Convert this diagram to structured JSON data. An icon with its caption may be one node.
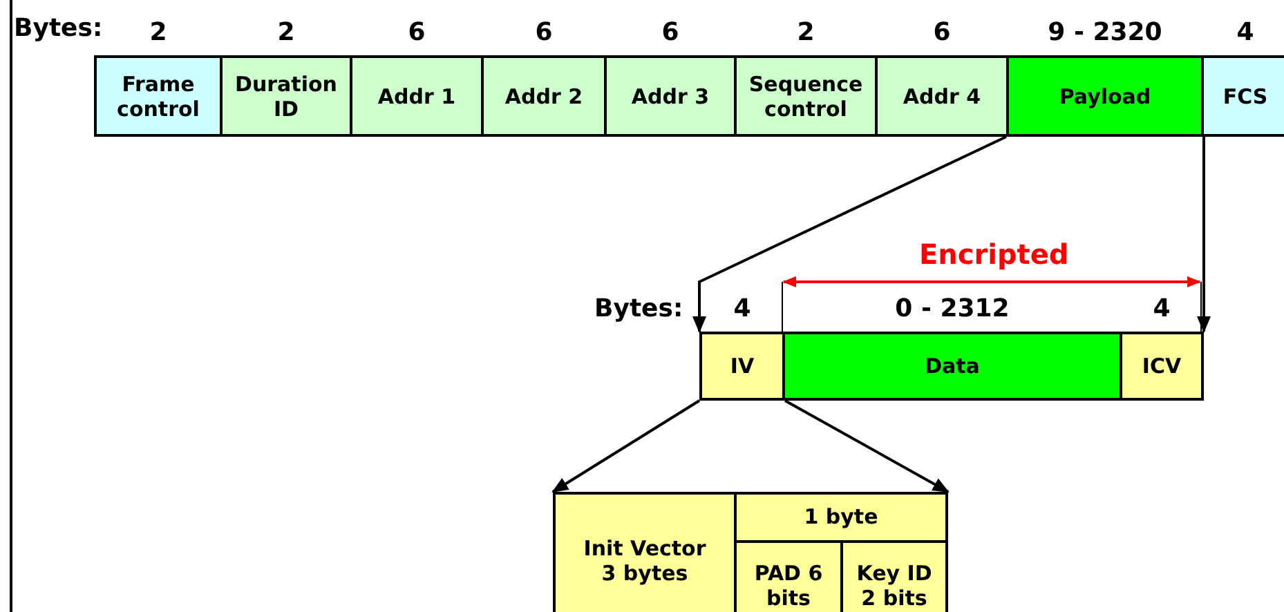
{
  "diagram": {
    "nodes": [
      {
        "text": [
          "Frame control"
        ],
        "beside": [
          "2"
        ]
      },
      {
        "text": [
          "Duration ID"
        ],
        "beside": [
          "2"
        ]
      },
      {
        "text": [
          "Addr 1"
        ],
        "beside": [
          "6"
        ]
      },
      {
        "text": [
          "Addr 2"
        ],
        "beside": [
          "6"
        ]
      },
      {
        "text": [
          "Addr 3"
        ],
        "beside": [
          "6"
        ]
      },
      {
        "text": [
          "Sequence control"
        ],
        "beside": [
          "2"
        ]
      },
      {
        "text": [
          "Addr 4"
        ],
        "beside": [
          "6"
        ]
      },
      {
        "text": [
          "Payload"
        ],
        "beside": [
          "9 - 2320"
        ]
      },
      {
        "text": [
          "FCS"
        ],
        "beside": [
          "4"
        ]
      },
      {
        "text": [
          "IV"
        ],
        "beside": [
          "4"
        ]
      },
      {
        "text": [
          "Data"
        ],
        "beside": [
          "0 - 2312"
        ]
      },
      {
        "text": [
          "ICV"
        ],
        "beside": [
          "4"
        ]
      },
      {
        "text": [],
        "shape": "box"
      },
      {
        "text": [
          "Init Vector 3 bytes"
        ],
        "in": 12
      },
      {
        "text": [
          "1 byte"
        ],
        "in": 12
      },
      {
        "text": [
          "PAD 6 bits"
        ],
        "in": 14
      },
      {
        "text": [
          "Key ID 2 bits"
        ],
        "in": 14
      }
    ],
    "edges": [
      {
        "from": 7,
        "to": 9,
        "arrow": "to"
      },
      {
        "from": 7,
        "to": 11,
        "arrow": "to"
      },
      {
        "from": 9,
        "to": 12,
        "arrow": "to"
      },
      {
        "from": 9,
        "to": 12,
        "arrow": "to"
      }
    ],
    "labels": [
      "Bytes:",
      "Encripted",
      "Bytes:"
    ]
  }
}
